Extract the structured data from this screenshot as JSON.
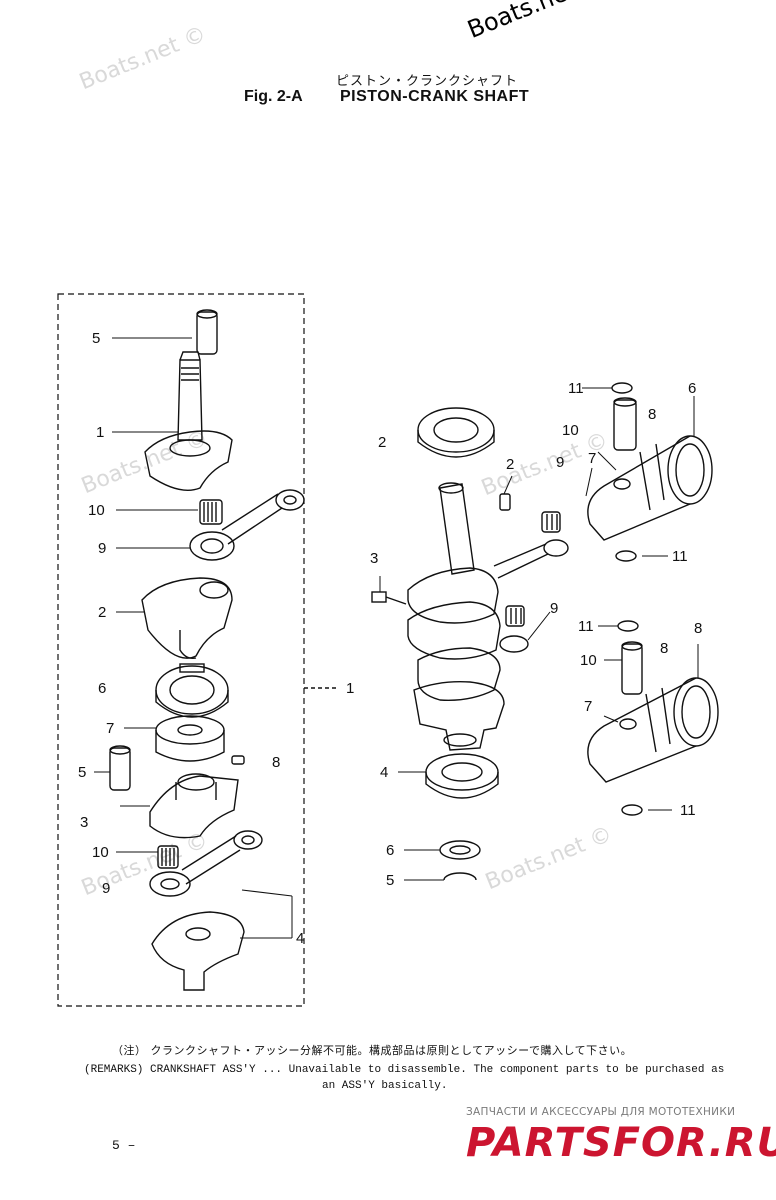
{
  "watermark": "Boats.net ©",
  "brand_top": "Boats.net ©",
  "header": {
    "japanese_title": "ピストン・クランクシャフト",
    "figure_number": "Fig. 2-A",
    "figure_title": "PISTON-CRANK SHAFT"
  },
  "callouts_left": {
    "c5a": "5",
    "c1a": "1",
    "c10a": "10",
    "c9a": "9",
    "c2a": "2",
    "c6": "6",
    "c7": "7",
    "c5b": "5",
    "c8": "8",
    "c3": "3",
    "c10b": "10",
    "c9b": "9",
    "c4": "4",
    "c1_group": "1"
  },
  "callouts_right": {
    "c2": "2",
    "c2b": "2",
    "c11a": "11",
    "c6": "6",
    "c10a": "10",
    "c8a": "8",
    "c9a": "9",
    "c7a": "7",
    "c11b": "11",
    "c3": "3",
    "c9b": "9",
    "c11c": "11",
    "c8b": "8",
    "c10b": "10",
    "c8c": "8",
    "c7b": "7",
    "c11d": "11",
    "c4": "4",
    "c6b": "6",
    "c5": "5"
  },
  "remarks": {
    "japanese": "（注） クランクシャフト・アッシー分解不可能。構成部品は原則としてアッシーで購入して下さい。",
    "english_line1": "(REMARKS) CRANKSHAFT ASS'Y ... Unavailable to disassemble. The component parts to be purchased as",
    "english_line2": "an ASS'Y basically."
  },
  "page_number": "5 –",
  "promo": {
    "small": "ЗАПЧАСТИ И АКСЕССУАРЫ ДЛЯ МОТОТЕХНИКИ",
    "big": "PARTSFOR.RU"
  },
  "colors": {
    "line": "#111111",
    "promo_red": "#cc1530",
    "watermark": "#d9d9d9"
  }
}
